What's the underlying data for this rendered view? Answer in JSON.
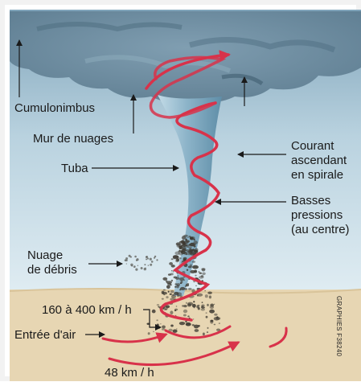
{
  "labels": {
    "cumulonimbus": "Cumulonimbus",
    "mur_de_nuages": "Mur de nuages",
    "tuba": "Tuba",
    "courant": [
      "Courant",
      "ascendant",
      "en spirale"
    ],
    "basses": [
      "Basses",
      "pressions",
      "(au centre)"
    ],
    "nuage_debris": [
      "Nuage",
      "de débris"
    ],
    "vitesse_rotation": "160 à 400 km / h",
    "entree_air": "Entrée d'air",
    "vitesse_entree": "48  km / h"
  },
  "credit": "GRAPHIES F38240",
  "colors": {
    "sky_top": "#8fb1c4",
    "sky_bottom": "#d5e6ef",
    "cloud": "#6d8b9c",
    "funnel": "#9fc3d6",
    "ground": "#e6d3ad",
    "spiral": "#d8324a",
    "debris": "#3e3a32"
  }
}
